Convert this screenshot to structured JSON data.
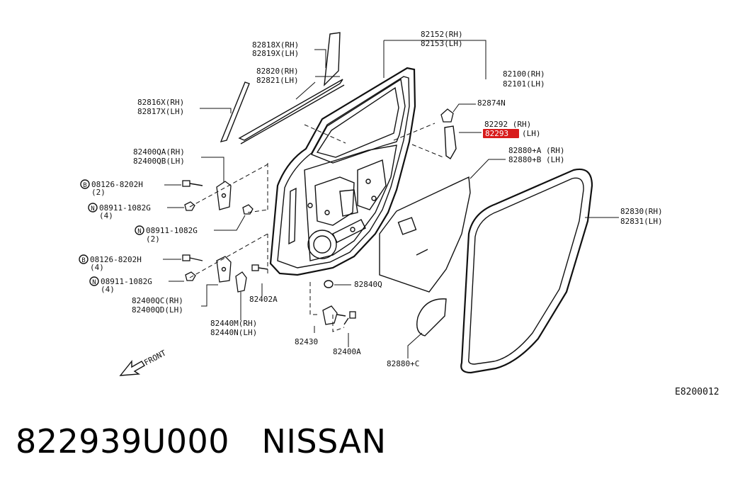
{
  "diagram": {
    "highlight_color": "#d81b1b",
    "labels": {
      "p82818": "82818X(RH)",
      "p82819": "82819X(LH)",
      "p82152": "82152(RH)",
      "p82153": "82153(LH)",
      "p82820": "82820(RH)",
      "p82821": "82821(LH)",
      "p82100": "82100(RH)",
      "p82101": "82101(LH)",
      "p82816": "82816X(RH)",
      "p82817": "82817X(LH)",
      "p82874": "82874N",
      "p82292": "82292 (RH)",
      "p82293": "82293",
      "p82293_side": "(LH)",
      "p82880a": "82880+A (RH)",
      "p82880b": "82880+B (LH)",
      "p82400qa": "82400QA(RH)",
      "p82400qb": "82400QB(LH)",
      "b1_code": "08126-8202H",
      "b1_qty": "(2)",
      "n1_code": "08911-1082G",
      "n1_qty": "(4)",
      "n2_code": "08911-1082G",
      "n2_qty": "(2)",
      "b2_code": "08126-8202H",
      "b2_qty": "(4)",
      "n3_code": "08911-1082G",
      "n3_qty": "(4)",
      "p82400qc": "82400QC(RH)",
      "p82400qd": "82400QD(LH)",
      "p82402a": "82402A",
      "p82440m": "82440M(RH)",
      "p82440n": "82440N(LH)",
      "p82840q": "82840Q",
      "p82830": "82830(RH)",
      "p82831": "82831(LH)",
      "p82430": "82430",
      "p82400a": "82400A",
      "p82880c": "82880+C",
      "front": "FRONT",
      "ref_code": "E8200012",
      "marker_b": "B",
      "marker_n": "N"
    }
  },
  "caption": {
    "part_number": "822939U000",
    "brand": "NISSAN"
  }
}
